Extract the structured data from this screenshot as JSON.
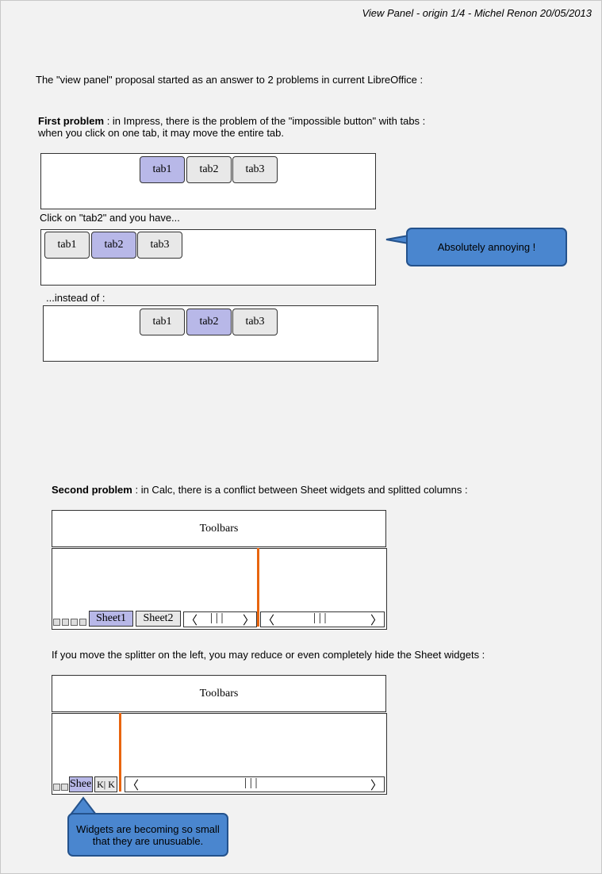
{
  "header": "View Panel - origin 1/4 - Michel Renon 20/05/2013",
  "intro": "The \"view panel\" proposal started as an answer to 2 problems in current LibreOffice :",
  "problem1": {
    "title": "First problem",
    "line1": " : in Impress, there is the problem of the \"impossible button\" with tabs :",
    "line2": "when you click on one tab, it may move the entire tab.",
    "tab1": "tab1",
    "tab2": "tab2",
    "tab3": "tab3",
    "click_caption": "Click on \"tab2\" and you have...",
    "instead_caption": "...instead of :",
    "callout": "Absolutely annoying !"
  },
  "problem2": {
    "title": "Second problem",
    "line1": " : in Calc, there is a conflict between Sheet widgets and splitted columns :",
    "toolbars": "Toolbars",
    "sheet1": "Sheet1",
    "sheet2": "Sheet2",
    "sheet1_truncated": "Shee",
    "scroll_left": "〈",
    "scroll_right": "〉",
    "scroll_thumb": "| | |",
    "nav_glyph": "K|  K",
    "move_caption": "If you move the splitter on the left, you may reduce or even completely hide the Sheet widgets :",
    "callout_line1": "Widgets are becoming so small",
    "callout_line2": "that they are unusuable."
  },
  "colors": {
    "active_tab": "#b8b8e8",
    "callout": "#4a86cf",
    "splitter": "#e8650f"
  }
}
